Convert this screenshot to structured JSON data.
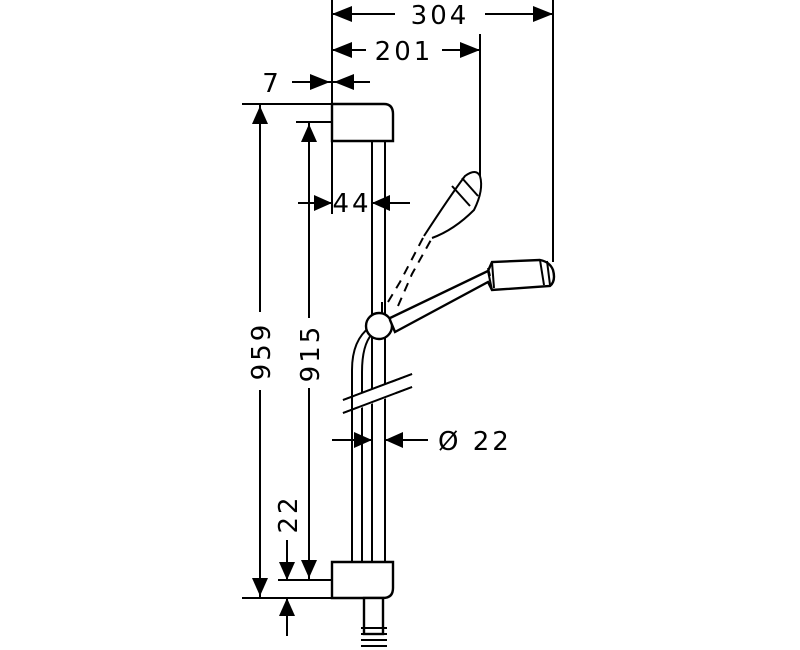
{
  "drawing": {
    "dimensions": {
      "total_reach": "304",
      "hand_shower_reach": "201",
      "bracket_offset": "7",
      "rail_spacing": "44",
      "overall_height": "959",
      "rail_length": "915",
      "bottom_offset": "22",
      "rail_diameter": "Ø 22"
    }
  }
}
